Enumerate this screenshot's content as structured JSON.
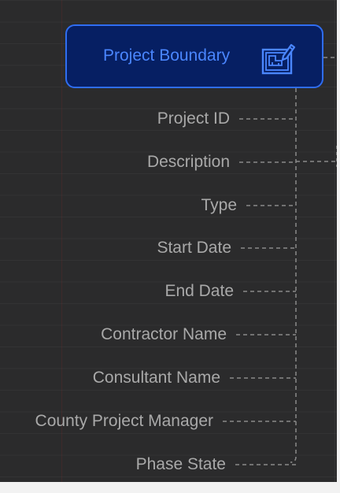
{
  "entity": {
    "title": "Project Boundary",
    "icon": "blueprint-pencil-icon",
    "accent_color": "#2f6df2",
    "fill_color": "#061f63",
    "text_color": "#4a86ff"
  },
  "fields": [
    {
      "label": "Project ID"
    },
    {
      "label": "Description"
    },
    {
      "label": "Type"
    },
    {
      "label": "Start Date"
    },
    {
      "label": "End Date"
    },
    {
      "label": "Contractor Name"
    },
    {
      "label": "Consultant Name"
    },
    {
      "label": "County Project Manager"
    },
    {
      "label": "Phase State"
    }
  ],
  "colors": {
    "background": "#2b2b2c",
    "label": "#a9a9a9",
    "connector": "#8a8a8a"
  }
}
